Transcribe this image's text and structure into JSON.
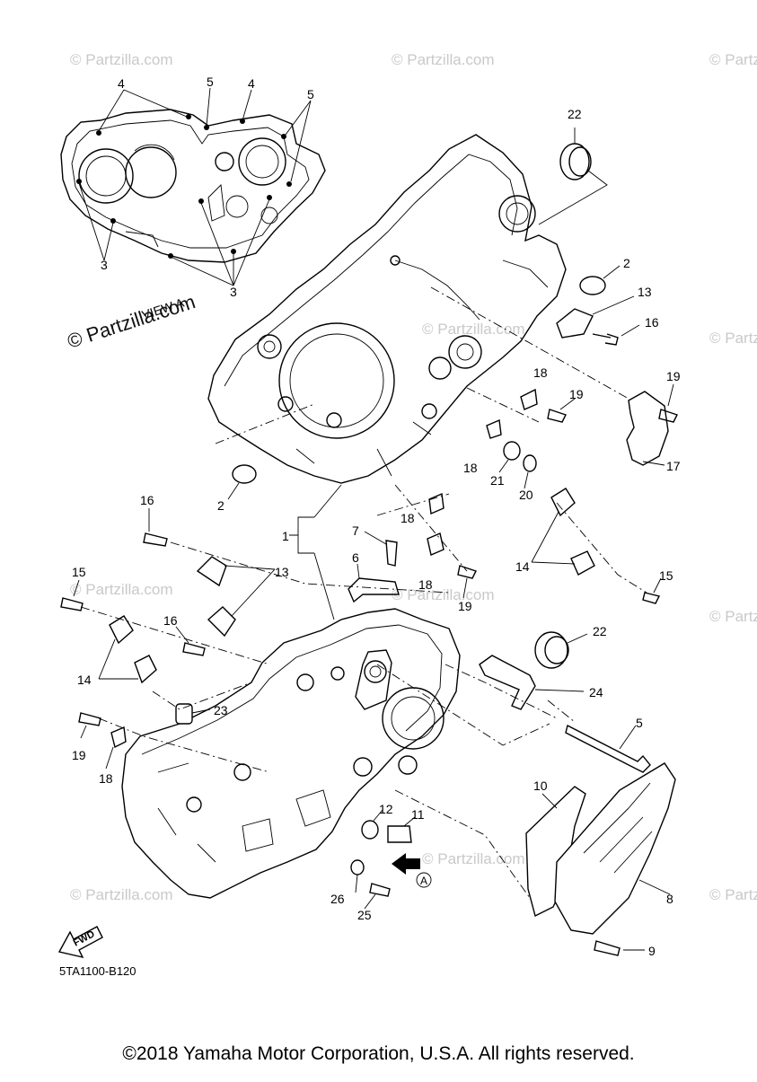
{
  "watermark": {
    "text": "© Partzilla.com",
    "prominent_text": "© Partzilla.com"
  },
  "view_label": "VIEW A",
  "callout_letter": "A",
  "fwd_label": "FWD",
  "diagram_code": "5TA1100-B120",
  "footer": "©2018 Yamaha Motor Corporation, U.S.A. All rights reserved.",
  "labels": {
    "l1": "1",
    "l2a": "2",
    "l2b": "2",
    "l3a": "3",
    "l3b": "3",
    "l4a": "4",
    "l4b": "4",
    "l5a": "5",
    "l5b": "5",
    "l5c": "5",
    "l6": "6",
    "l7": "7",
    "l8": "8",
    "l9": "9",
    "l10": "10",
    "l11": "11",
    "l12": "12",
    "l13a": "13",
    "l13b": "13",
    "l14a": "14",
    "l14b": "14",
    "l15a": "15",
    "l15b": "15",
    "l16a": "16",
    "l16b": "16",
    "l16c": "16",
    "l17": "17",
    "l18a": "18",
    "l18b": "18",
    "l18c": "18",
    "l18d": "18",
    "l18e": "18",
    "l19a": "19",
    "l19b": "19",
    "l19c": "19",
    "l19d": "19",
    "l20": "20",
    "l21": "21",
    "l22a": "22",
    "l22b": "22",
    "l23": "23",
    "l24": "24",
    "l25": "25",
    "l26": "26"
  }
}
